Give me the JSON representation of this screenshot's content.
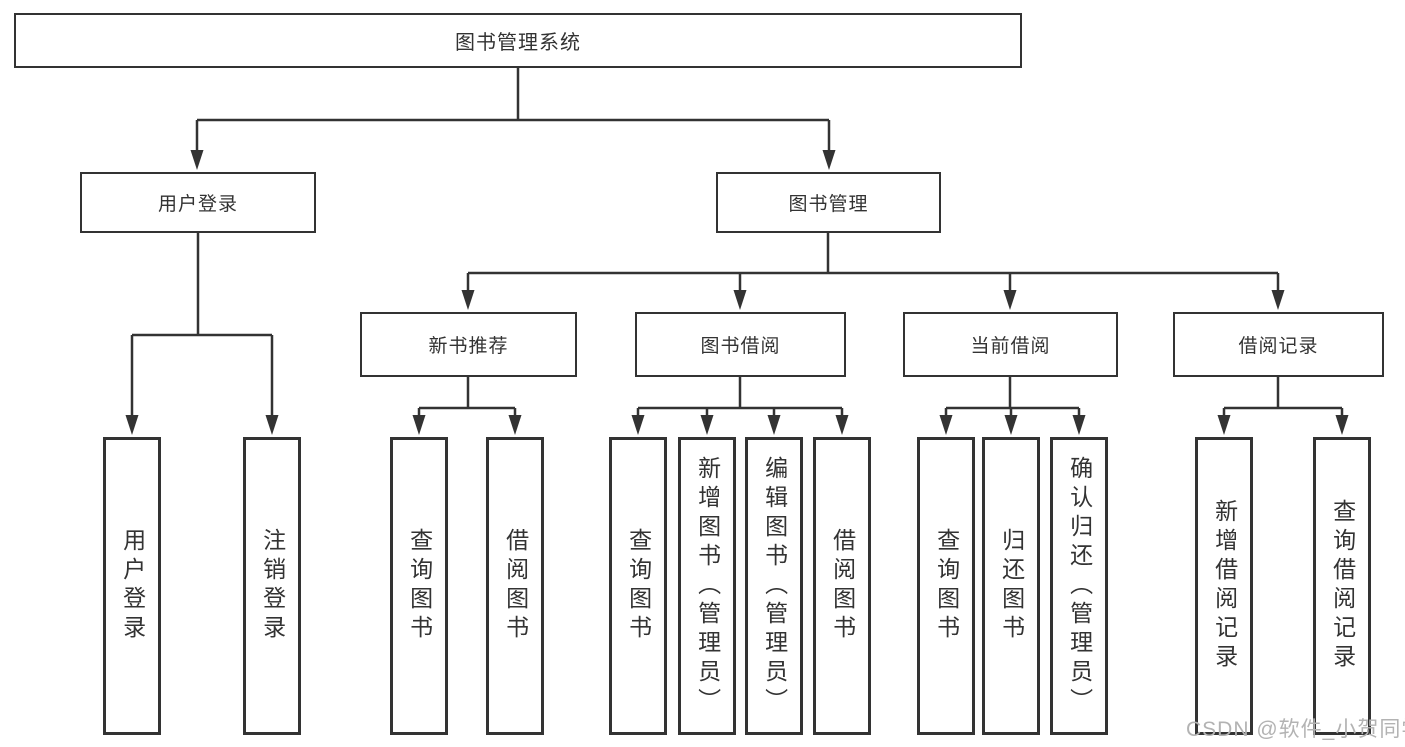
{
  "nodes": {
    "root": "图书管理系统",
    "user_login": "用户登录",
    "book_management": "图书管理",
    "new_book_recommend": "新书推荐",
    "book_borrow": "图书借阅",
    "current_borrow": "当前借阅",
    "borrow_records": "借阅记录",
    "leaf_user_login": "用户登录",
    "leaf_logout": "注销登录",
    "leaf_query_book_recommend": "查询图书",
    "leaf_borrow_book_recommend": "借阅图书",
    "leaf_query_book_borrow": "查询图书",
    "leaf_add_book_admin": "新增图书（管理员）",
    "leaf_edit_book_admin": "编辑图书（管理员）",
    "leaf_borrow_book_borrow": "借阅图书",
    "leaf_query_book_current": "查询图书",
    "leaf_return_book": "归还图书",
    "leaf_confirm_return_admin": "确认归还（管理员）",
    "leaf_add_borrow_record": "新增借阅记录",
    "leaf_query_borrow_record": "查询借阅记录"
  },
  "hierarchy": [
    [
      "图书管理系统",
      "用户登录"
    ],
    [
      "图书管理系统",
      "图书管理"
    ],
    [
      "用户登录",
      "用户登录"
    ],
    [
      "用户登录",
      "注销登录"
    ],
    [
      "图书管理",
      "新书推荐"
    ],
    [
      "图书管理",
      "图书借阅"
    ],
    [
      "图书管理",
      "当前借阅"
    ],
    [
      "图书管理",
      "借阅记录"
    ],
    [
      "新书推荐",
      "查询图书"
    ],
    [
      "新书推荐",
      "借阅图书"
    ],
    [
      "图书借阅",
      "查询图书"
    ],
    [
      "图书借阅",
      "新增图书（管理员）"
    ],
    [
      "图书借阅",
      "编辑图书（管理员）"
    ],
    [
      "图书借阅",
      "借阅图书"
    ],
    [
      "当前借阅",
      "查询图书"
    ],
    [
      "当前借阅",
      "归还图书"
    ],
    [
      "当前借阅",
      "确认归还（管理员）"
    ],
    [
      "借阅记录",
      "新增借阅记录"
    ],
    [
      "借阅记录",
      "查询借阅记录"
    ]
  ],
  "watermark": {
    "text": "CSDN @软件_小贺同学"
  },
  "colors": {
    "line": "#333333",
    "box_border": "#333333",
    "box_fill": "#ffffff",
    "text": "#333333",
    "watermark": "#b3b3b3",
    "background": "#ffffff"
  }
}
